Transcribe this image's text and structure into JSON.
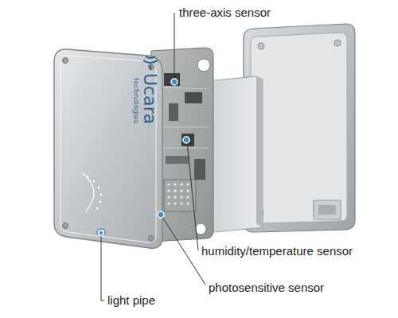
{
  "diagram": {
    "labels": [
      "three-axis sensor",
      "humidity/temperature sensor",
      "photosensitive sensor",
      "light pipe",
      "Ucara",
      "technologies"
    ]
  }
}
